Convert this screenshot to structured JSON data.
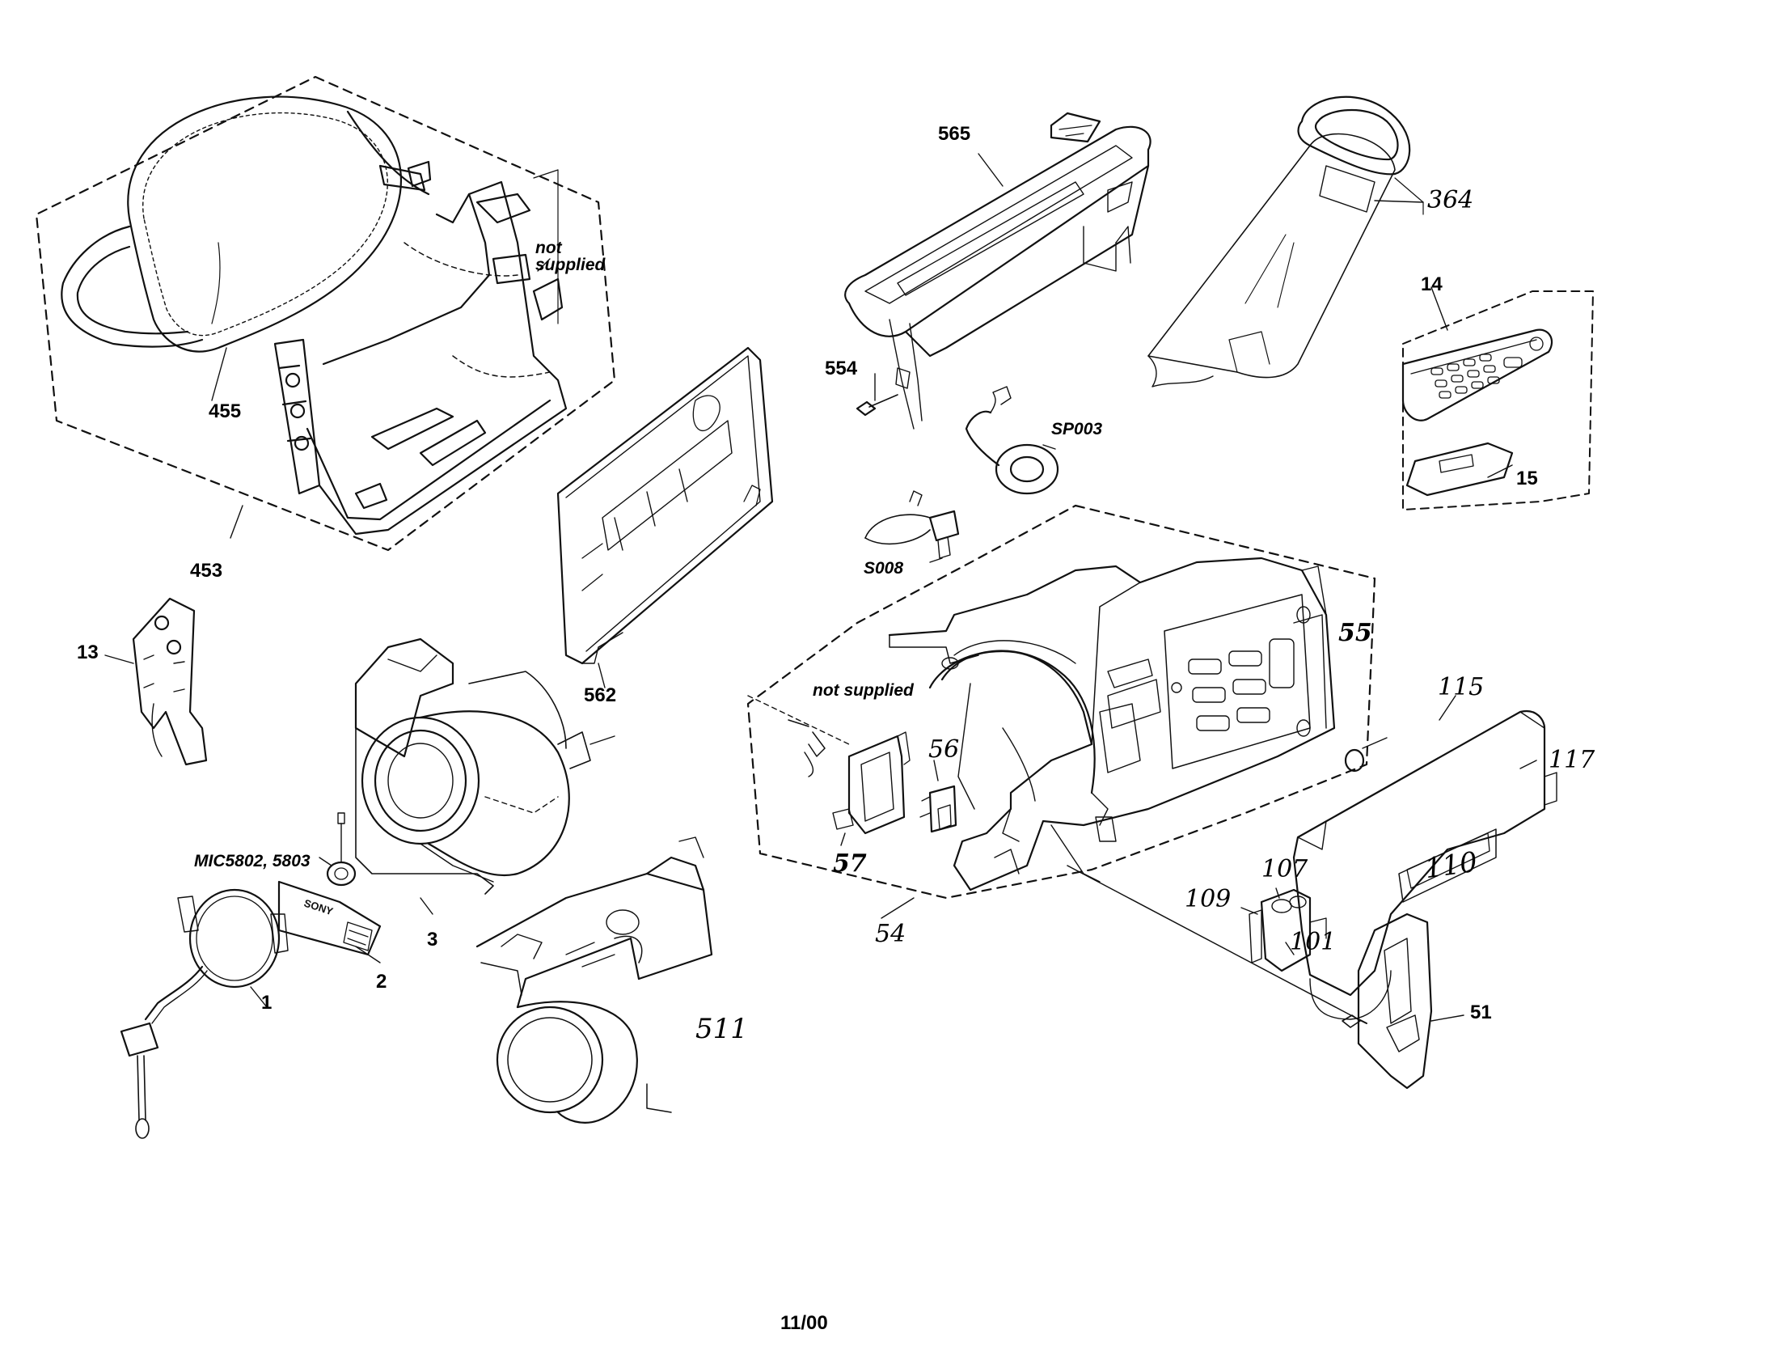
{
  "parts": {
    "p453": "453",
    "p455": "455",
    "not_supplied_1": "not supplied",
    "p565": "565",
    "p554": "554",
    "p364": "364",
    "p14": "14",
    "p15": "15",
    "sp003": "SP003",
    "s008": "S008",
    "p562": "562",
    "p13": "13",
    "mic": "MIC5802, 5803",
    "p1": "1",
    "p2": "2",
    "p3": "3",
    "p511": "511",
    "not_supplied_2": "not supplied",
    "p56": "56",
    "p57": "57",
    "p54": "54",
    "p55": "55",
    "p115": "115",
    "p117": "117",
    "p110": "110",
    "p107": "107",
    "p109": "109",
    "p101": "101",
    "p51": "51"
  },
  "footer": {
    "date_code": "11/00"
  },
  "logo": {
    "brand_text": "SONY"
  }
}
